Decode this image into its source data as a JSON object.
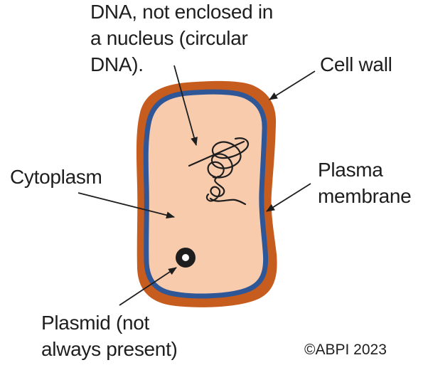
{
  "diagram": {
    "subject": "bacterial-cell",
    "labels": {
      "dna": {
        "lines": [
          "DNA, not enclosed in",
          "a nucleus (circular",
          "DNA)."
        ]
      },
      "cell_wall": {
        "text": "Cell wall"
      },
      "cytoplasm": {
        "text": "Cytoplasm"
      },
      "plasma_membrane": {
        "lines": [
          "Plasma",
          "membrane"
        ]
      },
      "plasmid": {
        "lines": [
          "Plasmid (not",
          "always present)"
        ]
      },
      "copyright": {
        "text": "©ABPI 2023"
      }
    },
    "colors": {
      "cell_wall": "#C65C1E",
      "plasma_membrane": "#2F5696",
      "cytoplasm": "#F8CBAD",
      "plasmid_core": "#FFFFFF",
      "ink": "#1E1E1E",
      "background": "#FFFFFF"
    },
    "icons": {
      "dna_squiggle": "dna-scribble-icon",
      "plasmid_ring": "plasmid-ring-icon",
      "arrowhead": "arrowhead-icon"
    }
  }
}
